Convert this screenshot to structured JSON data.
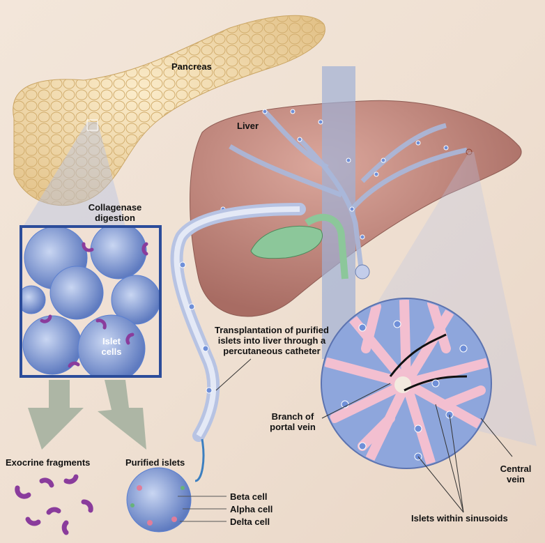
{
  "labels": {
    "pancreas": "Pancreas",
    "liver": "Liver",
    "collagenase_line1": "Collagenase",
    "collagenase_line2": "digestion",
    "islet_line1": "Islet",
    "islet_line2": "cells",
    "exocrine": "Exocrine fragments",
    "purified": "Purified islets",
    "transplant_line1": "Transplantation of purified",
    "transplant_line2": "islets into liver through a",
    "transplant_line3": "percutaneous catheter",
    "portal_line1": "Branch of",
    "portal_line2": "portal vein",
    "central_line1": "Central",
    "central_line2": "vein",
    "sinusoids": "Islets within sinusoids",
    "beta": "Beta cell",
    "alpha": "Alpha cell",
    "delta": "Delta cell"
  },
  "colors": {
    "pancreas": "#f1d9a6",
    "liver": "#c98a80",
    "vessel": "#9fb0d6",
    "islet": "#7f97cf",
    "fragment": "#8a3c9c",
    "gallbladder": "#8cc79a",
    "box_border": "#2b4c9a"
  }
}
